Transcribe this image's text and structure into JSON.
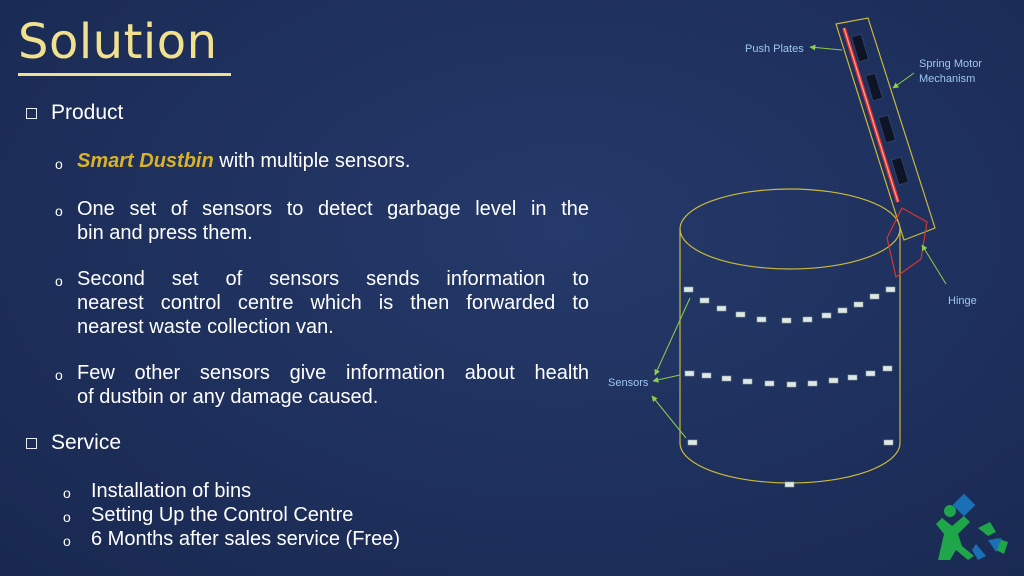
{
  "slide": {
    "title": "Solution",
    "sections": {
      "product": "Product",
      "service": "Service"
    },
    "product_items": {
      "item1_highlight": "Smart Dustbin",
      "item1_rest": " with multiple sensors.",
      "item2_line1": "One set of sensors to detect garbage level in    the",
      "item2_line2": "bin and press them.",
      "item3_line1": "Second set of sensors sends information to",
      "item3_line2": "nearest control centre which is then forwarded to",
      "item3_line3": "nearest waste collection van.",
      "item4_line1": "Few other sensors give information about health",
      "item4_line2": "of dustbin or any  damage caused."
    },
    "service_items": [
      "Installation of bins",
      "Setting Up the Control Centre",
      "6 Months after sales service (Free)"
    ],
    "bullet_glyph": "o"
  },
  "diagram": {
    "labels": {
      "push_plates": "Push Plates",
      "spring_motor_line1": "Spring Motor",
      "spring_motor_line2": "Mechanism",
      "hinge": "Hinge",
      "sensors": "Sensors"
    },
    "colors": {
      "bin_outline": "#cbb83a",
      "plate_red": "#e0302a",
      "hinge_red": "#d8342c",
      "arrow_green": "#8ccf4a",
      "label_blue": "#9ec7f0",
      "sensor_fill": "#dfe8e6"
    }
  },
  "logo": {
    "icon": "recycling-person-logo-icon",
    "colors": {
      "green": "#1fa64a",
      "blue": "#1b6fb5"
    }
  }
}
